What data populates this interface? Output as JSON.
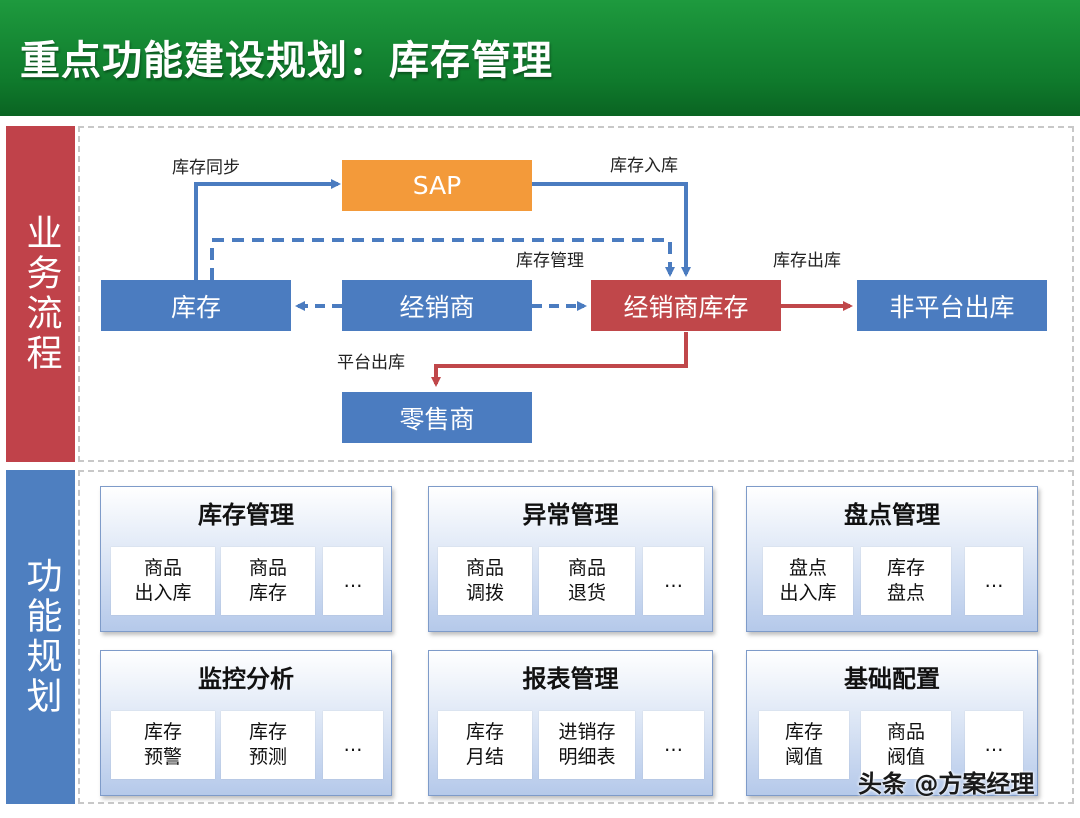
{
  "title": "重点功能建设规划：库存管理",
  "sections": {
    "process_label": "业务流程",
    "function_label": "功能规划"
  },
  "flow": {
    "nodes": {
      "sap": "SAP",
      "inventory": "库存",
      "dealer": "经销商",
      "dealer_inventory": "经销商库存",
      "non_platform_out": "非平台出库",
      "retailer": "零售商"
    },
    "edge_labels": {
      "sync": "库存同步",
      "in_stock": "库存入库",
      "manage": "库存管理",
      "out_stock": "库存出库",
      "platform_out": "平台出库"
    },
    "colors": {
      "blue": "#4b7cc0",
      "orange": "#f39a3a",
      "red": "#c0474a"
    }
  },
  "modules": [
    {
      "title": "库存管理",
      "items": [
        "商品\n出入库",
        "商品\n库存",
        "…"
      ]
    },
    {
      "title": "异常管理",
      "items": [
        "商品\n调拨",
        "商品\n退货",
        "…"
      ]
    },
    {
      "title": "盘点管理",
      "items": [
        "盘点\n出入库",
        "库存\n盘点",
        "…"
      ]
    },
    {
      "title": "监控分析",
      "items": [
        "库存\n预警",
        "库存\n预测",
        "…"
      ]
    },
    {
      "title": "报表管理",
      "items": [
        "库存\n月结",
        "进销存\n明细表",
        "…"
      ]
    },
    {
      "title": "基础配置",
      "items": [
        "库存\n阈值",
        "商品\n阀值",
        "…"
      ]
    }
  ],
  "watermark": "头条 @方案经理"
}
